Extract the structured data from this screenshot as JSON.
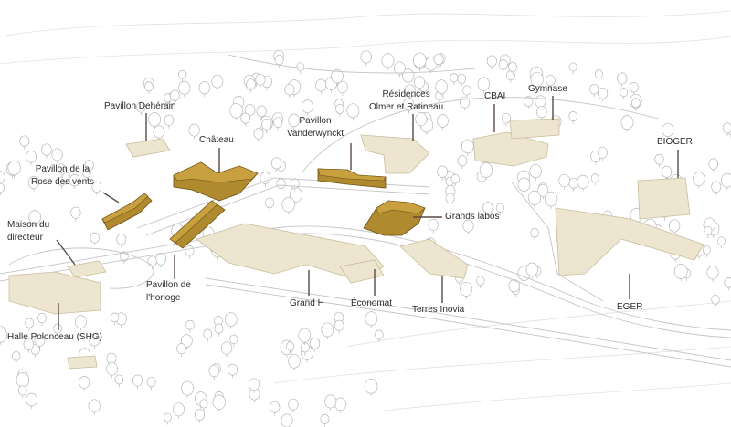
{
  "map": {
    "colors": {
      "background": "#ffffff",
      "highlighted_building": "#b08a2e",
      "other_building": "#ede5cf",
      "vegetation_outline": "#b8b8b8",
      "leader_line": "#5a4a42",
      "label_text": "#2b2b2b"
    },
    "highlighted_buildings": [
      "Château",
      "Pavillon de la Rose des vents",
      "Pavillon Vanderwynckt",
      "Grands labos",
      "Pavillon de l'horloge"
    ],
    "labels": {
      "pavillon_deherain": "Pavillon Dehérain",
      "chateau": "Château",
      "pavillon_vanderwynckt": "Pavillon\nVanderwynckt",
      "residences": "Résidences\nOlmer et Ratineau",
      "cbai": "CBAI",
      "gymnase": "Gymnase",
      "bioger": "BIOGER",
      "rose_des_vents": "Pavillon de la\nRose des vents",
      "grands_labos": "Grands labos",
      "maison_directeur": "Maison du\ndirecteur",
      "pavillon_horloge": "Pavillon de\nl'horloge",
      "grand_h": "Grand H",
      "economat": "Économat",
      "terres_inovia": "Terres Inovia",
      "eger": "EGER",
      "halle_polonceau": "Halle Polonceau (SHG)"
    }
  }
}
